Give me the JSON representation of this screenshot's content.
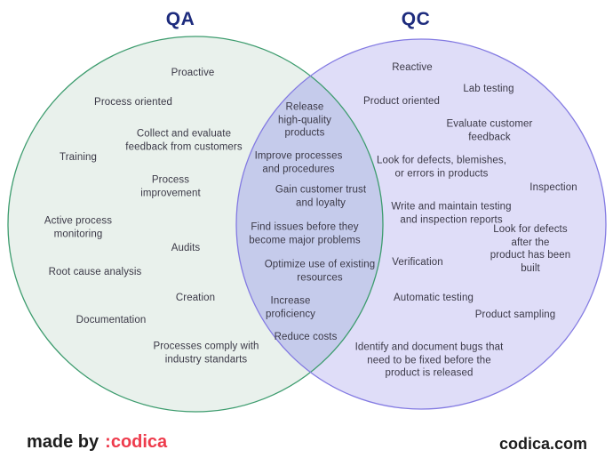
{
  "diagram": {
    "left_title": "QA",
    "right_title": "QC",
    "left_items": [
      "Proactive",
      "Process oriented",
      "Collect and evaluate\nfeedback from customers",
      "Training",
      "Process\nimprovement",
      "Active process\nmonitoring",
      "Audits",
      "Root cause analysis",
      "Creation",
      "Documentation",
      "Processes comply with\nindustry standarts"
    ],
    "overlap_items": [
      "Release\nhigh-quality\nproducts",
      "Improve processes\nand procedures",
      "Gain customer trust\nand loyalty",
      "Find issues before they\nbecome major problems",
      "Optimize use of existing\nresources",
      "Increase\nproficiency",
      "Reduce costs"
    ],
    "right_items": [
      "Reactive",
      "Lab testing",
      "Product oriented",
      "Evaluate customer feedback",
      "Look for defects, blemishes,\nor errors in products",
      "Inspection",
      "Write and maintain testing\nand inspection reports",
      "Look for defects after the\nproduct has been built",
      "Verification",
      "Automatic testing",
      "Product sampling",
      "Identify and document bugs that\nneed to be fixed before the\nproduct is released"
    ]
  },
  "colors": {
    "qa_fill": "#e9f1ec",
    "qa_stroke": "#3d9c6e",
    "qc_fill": "#dfddf8",
    "qc_stroke": "#837ae2",
    "overlap_fill": "#c5cbeb",
    "title_color": "#1d2b7d",
    "label_color": "#3b3947",
    "logo_red": "#ee3b4c",
    "footer_color": "#1e1e1e"
  },
  "footer": {
    "made_by": "made by",
    "logo": ":codica",
    "website": "codica.com"
  }
}
